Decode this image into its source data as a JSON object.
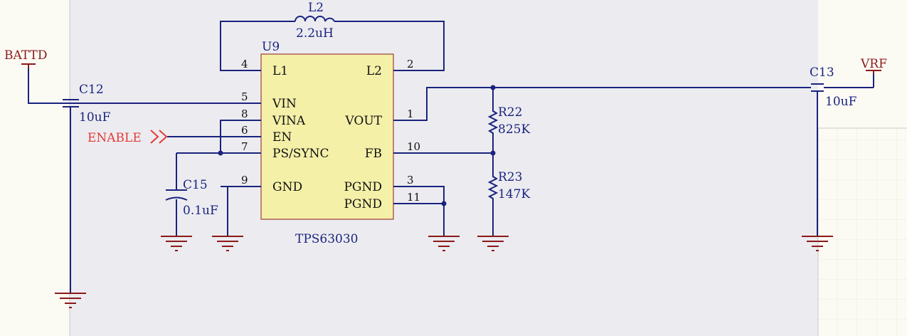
{
  "colors": {
    "wire": "#1a237e",
    "net_port": "#8b1a1a",
    "enable_port": "#e53935",
    "component_text": "#1a237e",
    "pin_text": "#111111",
    "ic_fill": "#f5f0a8",
    "ic_stroke": "#8b1a1a",
    "sheet_bg": "#ececf0",
    "grid_bg": "#fbfbf4"
  },
  "ic": {
    "designator": "U9",
    "part": "TPS63030",
    "pins_left": [
      {
        "num": "4",
        "name": "L1"
      },
      {
        "num": "5",
        "name": "VIN"
      },
      {
        "num": "8",
        "name": "VINA"
      },
      {
        "num": "6",
        "name": "EN"
      },
      {
        "num": "7",
        "name": "PS/SYNC"
      },
      {
        "num": "9",
        "name": "GND"
      }
    ],
    "pins_right": [
      {
        "num": "2",
        "name": "L2"
      },
      {
        "num": "1",
        "name": "VOUT"
      },
      {
        "num": "10",
        "name": "FB"
      },
      {
        "num": "3",
        "name": "PGND"
      },
      {
        "num": "11",
        "name": "PGND"
      }
    ]
  },
  "components": {
    "l2": {
      "designator": "L2",
      "value": "2.2uH"
    },
    "c12": {
      "designator": "C12",
      "value": "10uF"
    },
    "c13": {
      "designator": "C13",
      "value": "10uF"
    },
    "c15": {
      "designator": "C15",
      "value": "0.1uF"
    },
    "r22": {
      "designator": "R22",
      "value": "825K"
    },
    "r23": {
      "designator": "R23",
      "value": "147K"
    }
  },
  "nets": {
    "battd": "BATTD",
    "vrf": "VRF",
    "enable": "ENABLE"
  }
}
